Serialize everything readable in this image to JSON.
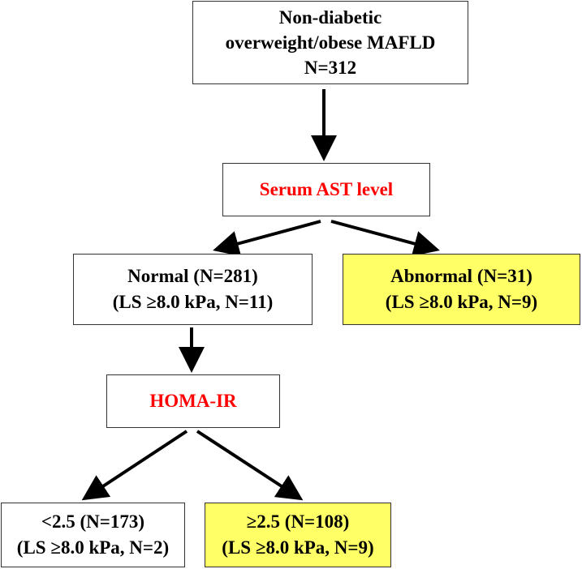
{
  "root": {
    "line1": "Non-diabetic",
    "line2": "overweight/obese MAFLD",
    "line3": "N=312"
  },
  "ast": {
    "label": "Serum AST level"
  },
  "normal": {
    "line1": "Normal (N=281)",
    "line2": "(LS ≥8.0 kPa, N=11)"
  },
  "abnormal": {
    "line1": "Abnormal (N=31)",
    "line2": "(LS ≥8.0 kPa, N=9)"
  },
  "homa": {
    "label": "HOMA-IR"
  },
  "low": {
    "line1": "<2.5 (N=173)",
    "line2": "(LS ≥8.0 kPa, N=2)"
  },
  "high": {
    "line1": "≥2.5 (N=108)",
    "line2": "(LS ≥8.0 kPa, N=9)"
  },
  "colors": {
    "criterion_text": "#ff0000",
    "highlight_fill": "#ffff66",
    "border": "#333333",
    "arrow": "#000000"
  }
}
